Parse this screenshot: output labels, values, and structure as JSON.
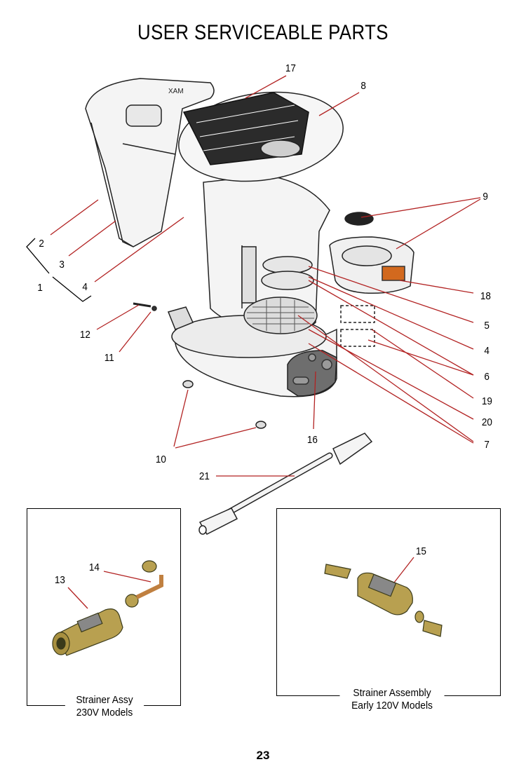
{
  "title": "USER SERVICEABLE PARTS",
  "page_number": "23",
  "callouts": {
    "n1": "1",
    "n2": "2",
    "n3": "3",
    "n4a": "4",
    "n4b": "4",
    "n5": "5",
    "n6": "6",
    "n7": "7",
    "n8": "8",
    "n9": "9",
    "n10": "10",
    "n11": "11",
    "n12": "12",
    "n13": "13",
    "n14": "14",
    "n15": "15",
    "n16": "16",
    "n17": "17",
    "n18": "18",
    "n19": "19",
    "n20": "20",
    "n21": "21"
  },
  "boxes": {
    "left_caption_line1": "Strainer Assy",
    "left_caption_line2": "230V Models",
    "right_caption_line1": "Strainer Assembly",
    "right_caption_line2": "Early 120V Models"
  },
  "colors": {
    "leader": "#b22222",
    "body": "#f4f4f4",
    "brass": "#b8a050",
    "panel": "#6e6e6e"
  }
}
